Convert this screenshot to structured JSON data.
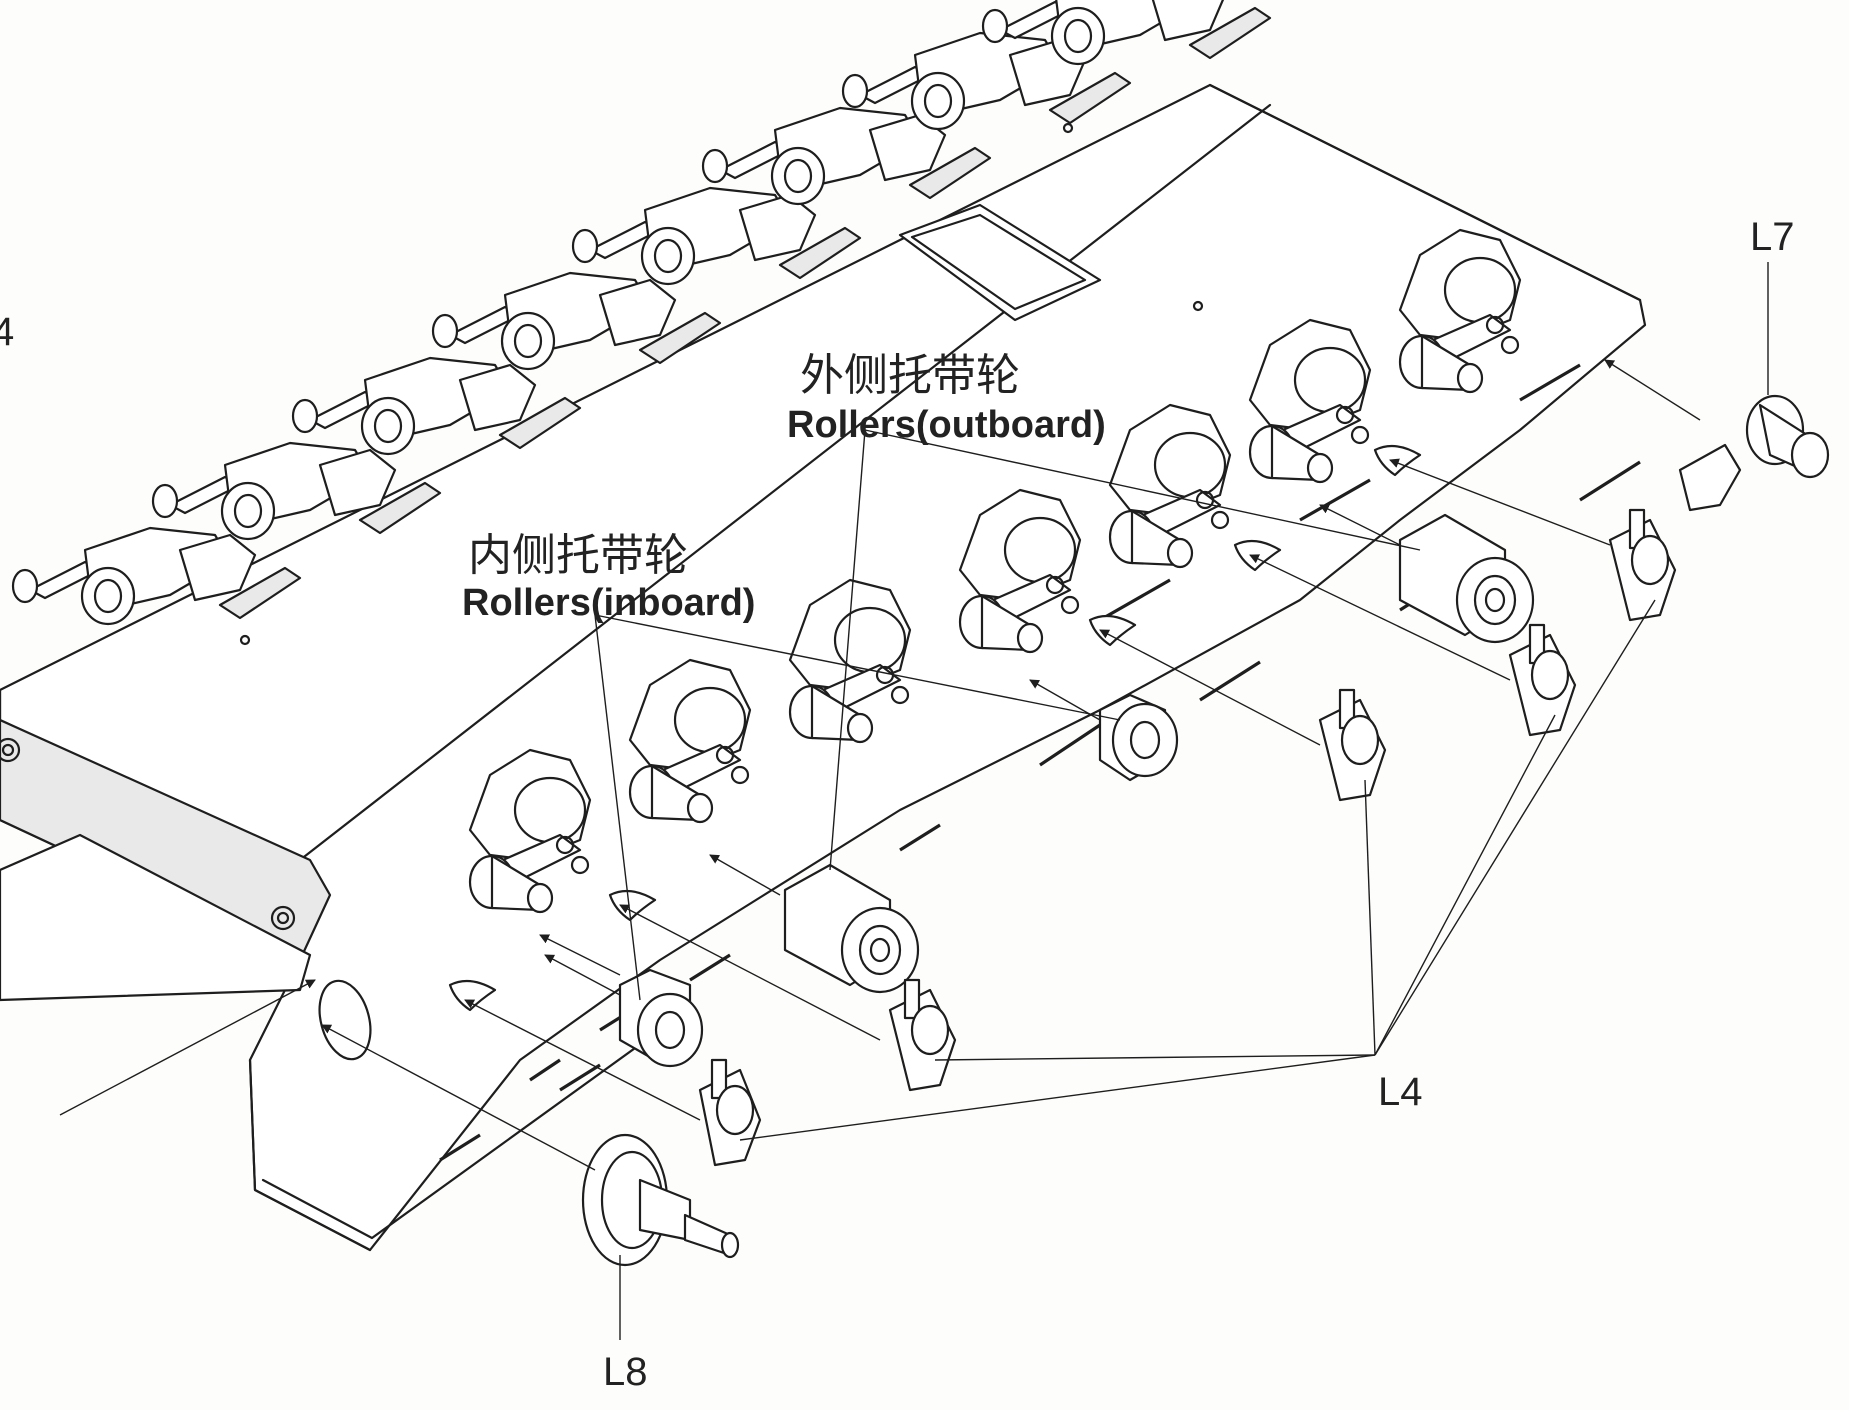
{
  "labels": {
    "outboard_zh": "外侧托带轮",
    "outboard_en": "Rollers(outboard)",
    "inboard_zh": "内侧托带轮",
    "inboard_en": "Rollers(inboard)"
  },
  "parts": {
    "l7": "L7",
    "l4": "L4",
    "l8": "L8",
    "edge_cut": "4"
  },
  "colors": {
    "line": "#1e1e1e",
    "paper": "#fdfdfc",
    "hull_shade": "#e9e9e9"
  }
}
